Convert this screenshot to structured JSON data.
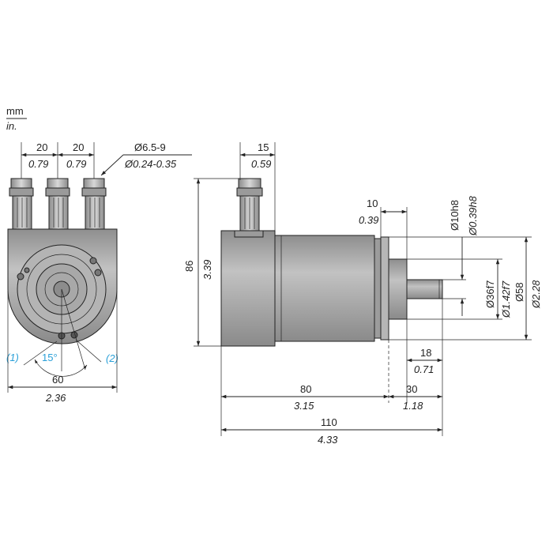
{
  "units": {
    "top": "mm",
    "bottom": "in."
  },
  "front_view": {
    "spacing_left_mm": "20",
    "spacing_left_in": "0.79",
    "spacing_right_mm": "20",
    "spacing_right_in": "0.79",
    "cable_dia_mm": "Ø6.5-9",
    "cable_dia_in": "Ø0.24-0.35",
    "width_mm": "60",
    "width_in": "2.36",
    "angle": "15°",
    "callout_1": "(1)",
    "callout_2": "(2)"
  },
  "side_view": {
    "gland_offset_mm": "15",
    "gland_offset_in": "0.59",
    "height_mm": "86",
    "height_in": "3.39",
    "flange_mm": "10",
    "flange_in": "0.39",
    "shaft_dia_mm": "Ø10h8",
    "shaft_dia_in": "Ø0.39h8",
    "spigot_dia_mm": "Ø36f7",
    "spigot_dia_in": "Ø1.42f7",
    "body_dia_mm": "Ø58",
    "body_dia_in": "Ø2.28",
    "shaft_len_mm": "18",
    "shaft_len_in": "0.71",
    "body_len_mm": "80",
    "body_len_in": "3.15",
    "front_len_mm": "30",
    "front_len_in": "1.18",
    "total_len_mm": "110",
    "total_len_in": "4.33"
  },
  "colors": {
    "line": "#222222",
    "body_fill": "#a9a9a9",
    "callout": "#2aa0d8"
  }
}
